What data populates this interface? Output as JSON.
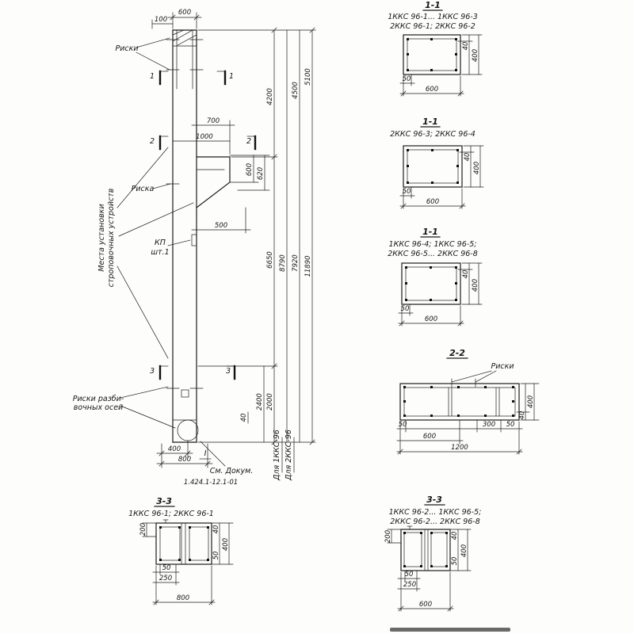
{
  "page": {
    "paper_color": "#fdfdfc",
    "ink_color": "#1c1c1c"
  },
  "main": {
    "d100": "100",
    "d600top": "600",
    "riski": "Риски",
    "m1": "1",
    "m2": "2",
    "m3": "3",
    "d700": "700",
    "d1000": "1000",
    "d600k": "600",
    "d620": "620",
    "d500": "500",
    "riska": "Риска",
    "kp1": "КП",
    "kp2": "шт.1",
    "sling1": "Места установки",
    "sling2": "строповочных устройств",
    "d4200": "4200",
    "d4500": "4500",
    "d5100": "5100",
    "d6650": "6650",
    "d8790": "8790",
    "d7920": "7920",
    "d11890": "11890",
    "d2400": "2400",
    "d2000": "2000",
    "d40": "40",
    "axes1": "Риски разби-",
    "axes2": "вочных осей",
    "d400": "400",
    "d800": "800",
    "romanI": "I",
    "seedoc": "См. Докум.",
    "for1": "Для 1ККС-96",
    "for2": "Для 2ККС-96",
    "doc": "1.424.1-12.1-01"
  },
  "sections": {
    "s1": {
      "title": "1-1",
      "m1": "1ККС 96-1... 1ККС 96-3",
      "m2": "2ККС 96-1;  2ККС 96-2",
      "d50": "50",
      "d600": "600",
      "d40": "40",
      "d400": "400"
    },
    "s2": {
      "title": "1-1",
      "m1": "2ККС 96-3; 2ККС 96-4",
      "d50": "50",
      "d600": "600",
      "d40": "40",
      "d400": "400"
    },
    "s3": {
      "title": "1-1",
      "m1": "1ККС 96-4;  1ККС 96-5;",
      "m2": "2ККС 96-5... 2ККС 96-8",
      "d50": "50",
      "d600": "600",
      "d40": "40",
      "d400": "400"
    },
    "s4": {
      "title": "2-2",
      "riski": "Риски",
      "d50l": "50",
      "d300": "300",
      "d50r": "50",
      "d600": "600",
      "d1200": "1200",
      "d40": "40",
      "d400": "400"
    },
    "s5": {
      "title": "3-3",
      "m1": "1ККС 96-1;  2ККС 96-1",
      "d200": "200",
      "d50b": "50",
      "d250": "250",
      "d800": "800",
      "d50r": "50",
      "d40": "40",
      "d400": "400"
    },
    "s6": {
      "title": "3-3",
      "m1": "1ККС 96-2... 1ККС 96-5;",
      "m2": "2ККС 96-2... 2ККС 96-8",
      "d200": "200",
      "d50b": "50",
      "d250": "250",
      "d600": "600",
      "d50r": "50",
      "d40": "40",
      "d400": "400"
    }
  }
}
